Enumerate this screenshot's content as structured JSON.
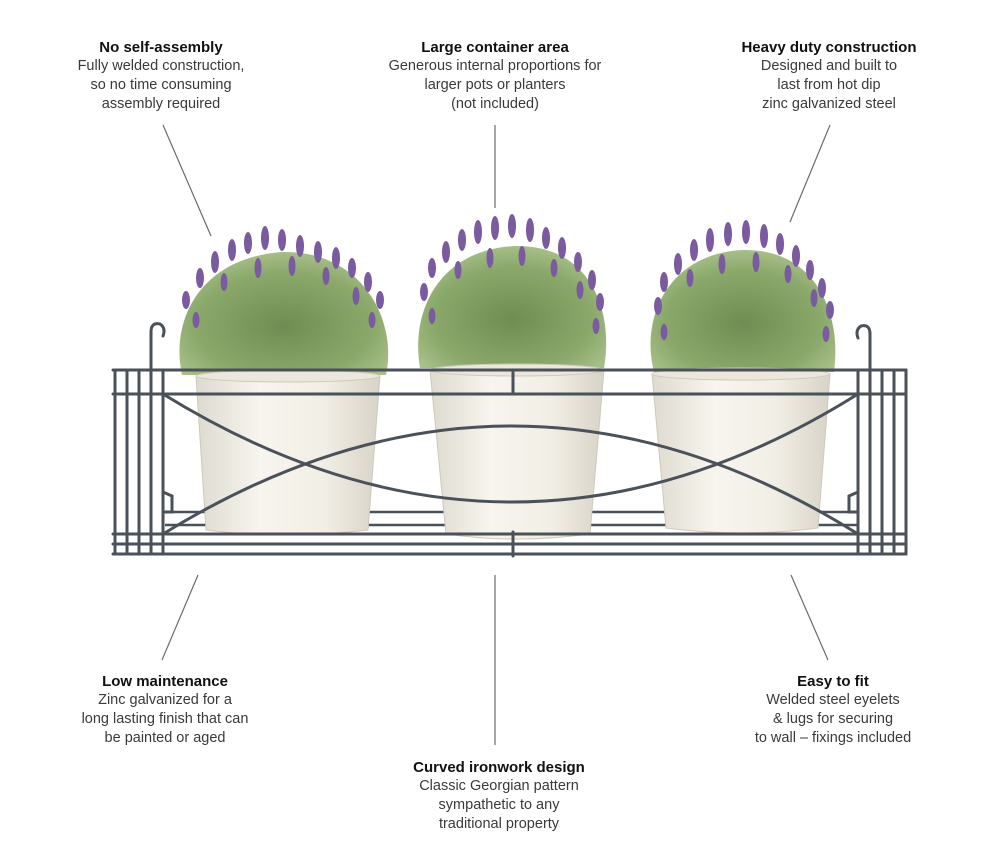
{
  "features": {
    "self_assembly": {
      "title": "No self-assembly",
      "lines": [
        "Fully welded construction,",
        "so no time consuming",
        "assembly required"
      ]
    },
    "container_area": {
      "title": "Large container area",
      "lines": [
        "Generous internal proportions for",
        "larger pots or planters",
        "(not included)"
      ]
    },
    "heavy_duty": {
      "title": "Heavy duty construction",
      "lines": [
        "Designed and built to",
        "last from hot dip",
        "zinc galvanized steel"
      ]
    },
    "low_maintenance": {
      "title": "Low maintenance",
      "lines": [
        "Zinc galvanized for a",
        "long lasting finish that can",
        "be painted or aged"
      ]
    },
    "easy_fit": {
      "title": "Easy to fit",
      "lines": [
        "Welded steel eyelets",
        "& lugs for securing",
        "to wall – fixings included"
      ]
    },
    "curved_design": {
      "title": "Curved ironwork design",
      "lines": [
        "Classic Georgian pattern",
        "sympathetic to any",
        "traditional property"
      ]
    }
  },
  "colors": {
    "ironwork": "#4a5158",
    "pot": "#f3f0e6",
    "foliage": "#7d9c5e",
    "lavender": "#7a5ba0",
    "leader_line": "#6b6b6b"
  }
}
